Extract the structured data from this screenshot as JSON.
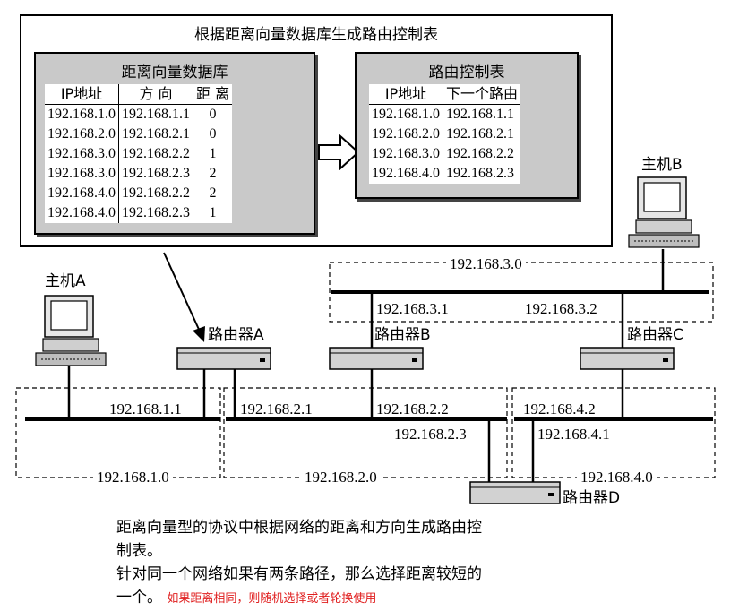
{
  "outer_title": "根据距离向量数据库生成路由控制表",
  "db_table": {
    "title": "距离向量数据库",
    "headers": [
      "IP地址",
      "方 向",
      "距 离"
    ],
    "rows": [
      [
        "192.168.1.0",
        "192.168.1.1",
        "0"
      ],
      [
        "192.168.2.0",
        "192.168.2.1",
        "0"
      ],
      [
        "192.168.3.0",
        "192.168.2.2",
        "1"
      ],
      [
        "192.168.3.0",
        "192.168.2.3",
        "2"
      ],
      [
        "192.168.4.0",
        "192.168.2.2",
        "2"
      ],
      [
        "192.168.4.0",
        "192.168.2.3",
        "1"
      ]
    ]
  },
  "route_table": {
    "title": "路由控制表",
    "headers": [
      "IP地址",
      "下一个路由"
    ],
    "rows": [
      [
        "192.168.1.0",
        "192.168.1.1"
      ],
      [
        "192.168.2.0",
        "192.168.2.1"
      ],
      [
        "192.168.3.0",
        "192.168.2.2"
      ],
      [
        "192.168.4.0",
        "192.168.2.3"
      ]
    ]
  },
  "hosts": {
    "a": "主机A",
    "b": "主机B"
  },
  "routers": {
    "a": "路由器A",
    "b": "路由器B",
    "c": "路由器C",
    "d": "路由器D"
  },
  "networks": {
    "n1": "192.168.1.0",
    "n2": "192.168.2.0",
    "n3": "192.168.3.0",
    "n4": "192.168.4.0"
  },
  "interfaces": {
    "a1": "192.168.1.1",
    "a2": "192.168.2.1",
    "b2": "192.168.2.2",
    "b3": "192.168.3.1",
    "c3": "192.168.3.2",
    "c4": "192.168.4.2",
    "d2": "192.168.2.3",
    "d4": "192.168.4.1"
  },
  "caption": {
    "line1": "距离向量型的协议中根据网络的距离和方向生成路由控",
    "line2": "制表。",
    "line3": "针对同一个网络如果有两条路径，那么选择距离较短的",
    "line4": "一个",
    "line4_end": "。",
    "note": "如果距离相同，则随机选择或者轮换使用"
  }
}
